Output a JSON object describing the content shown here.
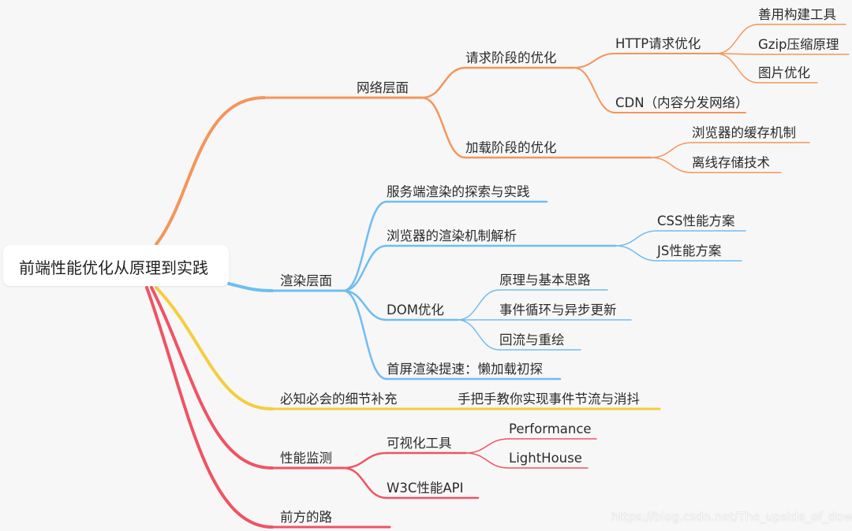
{
  "root": "前端性能优化从原理到实践",
  "colors": {
    "network": "#f4955a",
    "render": "#6fbdf0",
    "detail": "#f5cd3e",
    "monitor": "#ef5363"
  },
  "branches": {
    "network": {
      "label": "网络层面",
      "request": {
        "label": "请求阶段的优化",
        "http": {
          "label": "HTTP请求优化",
          "children": [
            "善用构建工具",
            "Gzip压缩原理",
            "图片优化"
          ]
        },
        "cdn": "CDN（内容分发网络）"
      },
      "loading": {
        "label": "加载阶段的优化",
        "children": [
          "浏览器的缓存机制",
          "离线存储技术"
        ]
      }
    },
    "render": {
      "label": "渲染层面",
      "ssr": "服务端渲染的探索与实践",
      "browser": {
        "label": "浏览器的渲染机制解析",
        "children": [
          "CSS性能方案",
          "JS性能方案"
        ]
      },
      "dom": {
        "label": "DOM优化",
        "children": [
          "原理与基本思路",
          "事件循环与异步更新",
          "回流与重绘"
        ]
      },
      "lazy": "首屏渲染提速：懒加载初探"
    },
    "detail": {
      "label": "必知必会的细节补充",
      "child": "手把手教你实现事件节流与消抖"
    },
    "monitor": {
      "label": "性能监测",
      "visual": {
        "label": "可视化工具",
        "children": [
          "Performance",
          "LightHouse"
        ]
      },
      "api": "W3C性能API"
    },
    "road": "前方的路"
  },
  "watermark": "https://blog.csdn.net/The_upside_of_down"
}
